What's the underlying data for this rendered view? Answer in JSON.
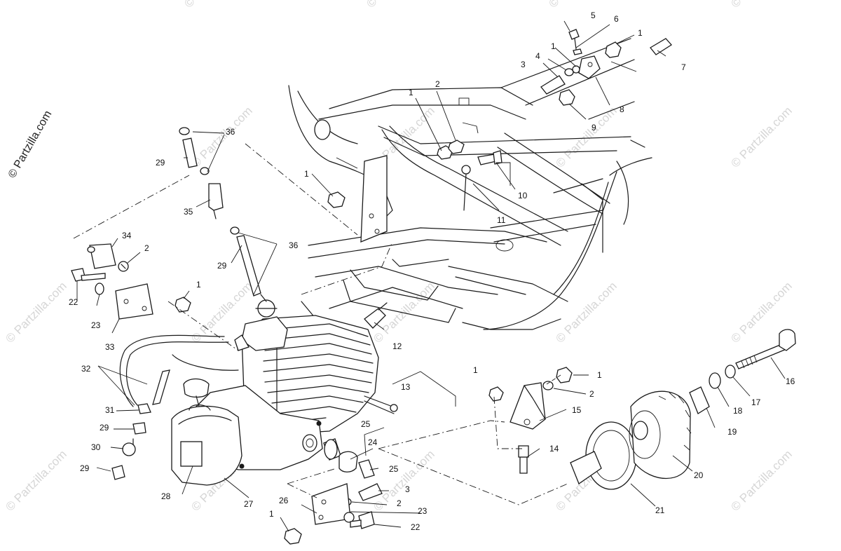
{
  "watermark": {
    "text": "© Partzilla.com",
    "faint_text": "© Partzilla.com"
  },
  "callouts": {
    "c1a": "1",
    "c1b": "1",
    "c1c": "1",
    "c1d": "1",
    "c1e": "1",
    "c1f": "1",
    "c1g": "1",
    "c1h": "1",
    "c2a": "2",
    "c2b": "2",
    "c2c": "2",
    "c2d": "2",
    "c3a": "3",
    "c3b": "3",
    "c4": "4",
    "c5": "5",
    "c6": "6",
    "c7": "7",
    "c8": "8",
    "c9": "9",
    "c10": "10",
    "c11": "11",
    "c12": "12",
    "c13": "13",
    "c14": "14",
    "c15": "15",
    "c16": "16",
    "c17": "17",
    "c18": "18",
    "c19": "19",
    "c20": "20",
    "c21": "21",
    "c22a": "22",
    "c22b": "22",
    "c23a": "23",
    "c23b": "23",
    "c24": "24",
    "c25a": "25",
    "c25b": "25",
    "c26": "26",
    "c27": "27",
    "c28": "28",
    "c29a": "29",
    "c29b": "29",
    "c29c": "29",
    "c29d": "29",
    "c30": "30",
    "c31": "31",
    "c32": "32",
    "c33": "33",
    "c34": "34",
    "c35": "35",
    "c36a": "36",
    "c36b": "36"
  },
  "colors": {
    "ink": "#1a1a1a",
    "watermark": "#d6d6d6",
    "background": "#ffffff"
  }
}
